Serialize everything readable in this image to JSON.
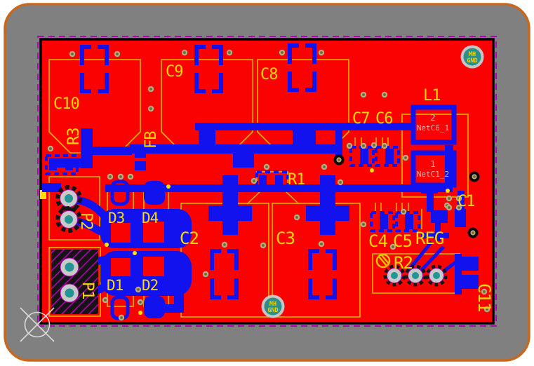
{
  "app": {
    "view": "pcb-layout-2d"
  },
  "components": {
    "c1": "C1",
    "c2": "C2",
    "c3": "C3",
    "c4": "C4",
    "c5": "C5",
    "c6": "C6",
    "c7": "C7",
    "c8": "C8",
    "c9": "C9",
    "c10": "C10",
    "c11": "C11",
    "d1": "D1",
    "d2": "D2",
    "d3": "D3",
    "d4": "D4",
    "p1": "P1",
    "p2": "P2",
    "r1": "R1",
    "r2": "R2",
    "r3": "R3",
    "fb": "FB",
    "l1": "L1",
    "reg": "REG"
  },
  "pads": {
    "l1_pin2": {
      "number": "2",
      "net": "NetC6_1"
    },
    "l1_pin1": {
      "number": "1",
      "net": "NetC1_2"
    }
  },
  "mounting_holes": {
    "label_line1": "MH",
    "label_line2": "GND"
  },
  "colors": {
    "frame": "#c8681e",
    "panel": "#808080",
    "copper_top": "#fa0202",
    "copper_bottom": "#1212ee",
    "silkscreen": "#ffd800",
    "keepout": "#b400b4",
    "board_outline": "#000000",
    "mask_teal": "#2d8f8c"
  }
}
